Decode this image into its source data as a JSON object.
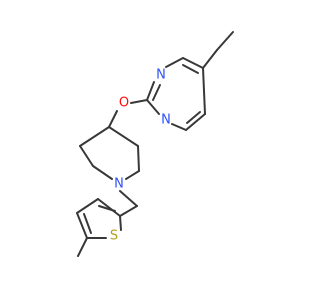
{
  "molecule": {
    "atoms": {
      "n_top": {
        "symbol": "N",
        "color": "#3050F8"
      },
      "n_bottom": {
        "symbol": "N",
        "color": "#3050F8"
      },
      "o_ether": {
        "symbol": "O",
        "color": "#FF0D0D"
      },
      "n_piperidine": {
        "symbol": "N",
        "color": "#3050F8"
      },
      "s_thiophene": {
        "symbol": "S",
        "color": "#B2A21B"
      }
    },
    "bond_color": "#383838"
  }
}
